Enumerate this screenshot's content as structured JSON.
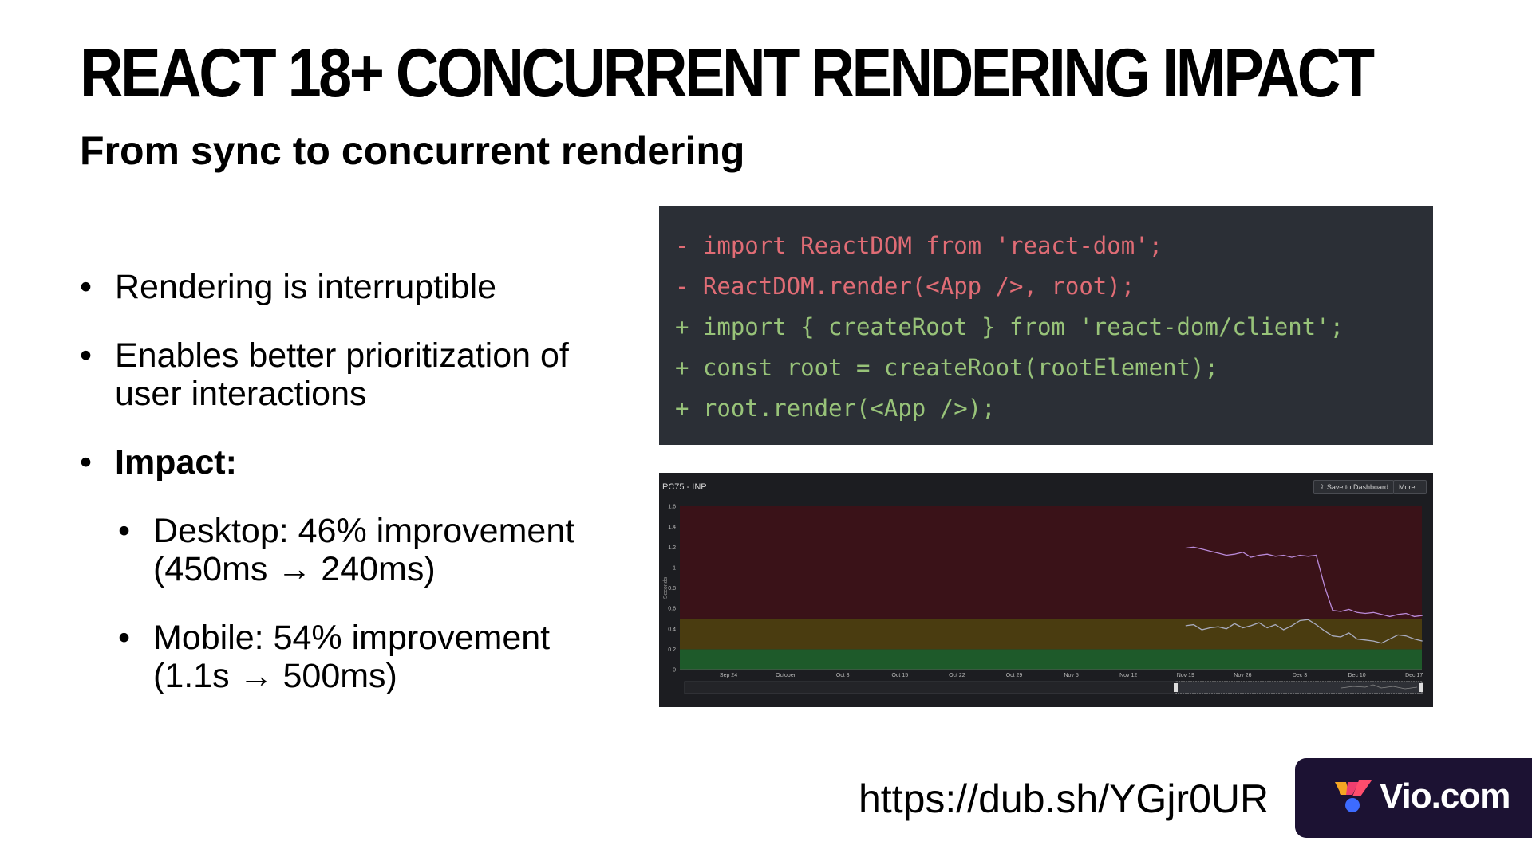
{
  "slide": {
    "title": "REACT 18+ CONCURRENT RENDERING IMPACT",
    "subtitle": "From sync to concurrent rendering",
    "bullets": {
      "b1": "Rendering is interruptible",
      "b2": "Enables better prioritization of user interactions",
      "b3": "Impact:",
      "sub1": "Desktop: 46% improvement (450ms → 240ms)",
      "sub2": "Mobile: 54% improvement (1.1s → 500ms)"
    },
    "url": "https://dub.sh/YGjr0UR",
    "brand": "Vio.com"
  },
  "code": {
    "lines": [
      "- import ReactDOM from 'react-dom';",
      "- ReactDOM.render(<App />, root);",
      "+ import { createRoot } from 'react-dom/client';",
      "+ const root = createRoot(rootElement);",
      "+ root.render(<App />);"
    ],
    "colors": {
      "removed": "#e06c75",
      "added": "#98c379",
      "background": "#2b2f36"
    }
  },
  "chart_panel": {
    "title": "PC75 - INP",
    "buttons": [
      "Save to Dashboard",
      "More..."
    ]
  },
  "chart_data": {
    "type": "line",
    "title": "PC75 - INP",
    "ylabel": "Seconds",
    "ylim": [
      0,
      1.6
    ],
    "yticks": [
      "0",
      "0.2",
      "0.4",
      "0.6",
      "0.8",
      "1",
      "1.2",
      "1.4",
      "1.6"
    ],
    "xticks": [
      "Sep 24",
      "October",
      "Oct 8",
      "Oct 15",
      "Oct 22",
      "Oct 29",
      "Nov 5",
      "Nov 12",
      "Nov 19",
      "Nov 26",
      "Dec 3",
      "Dec 10",
      "Dec 17"
    ],
    "bands": [
      {
        "from": 0,
        "to": 0.2,
        "color": "#1e5a2a"
      },
      {
        "from": 0.2,
        "to": 0.5,
        "color": "#4a3c10"
      },
      {
        "from": 0.5,
        "to": 1.6,
        "color": "#3a1218"
      }
    ],
    "x_start_index": 8.0,
    "x_step": 0.143,
    "series": [
      {
        "color": "#b98ad8",
        "values": [
          1.19,
          1.2,
          1.18,
          1.16,
          1.14,
          1.12,
          1.13,
          1.15,
          1.1,
          1.12,
          1.13,
          1.11,
          1.12,
          1.1,
          1.12,
          1.11,
          1.12,
          0.82,
          0.58,
          0.57,
          0.59,
          0.56,
          0.55,
          0.56,
          0.54,
          0.52,
          0.54,
          0.55,
          0.52,
          0.53
        ]
      },
      {
        "color": "#a9acc0",
        "values": [
          0.43,
          0.44,
          0.39,
          0.41,
          0.42,
          0.4,
          0.45,
          0.41,
          0.43,
          0.46,
          0.41,
          0.44,
          0.39,
          0.43,
          0.48,
          0.49,
          0.44,
          0.38,
          0.33,
          0.32,
          0.36,
          0.3,
          0.29,
          0.28,
          0.26,
          0.3,
          0.34,
          0.33,
          0.3,
          0.28
        ]
      }
    ],
    "grid": false
  }
}
